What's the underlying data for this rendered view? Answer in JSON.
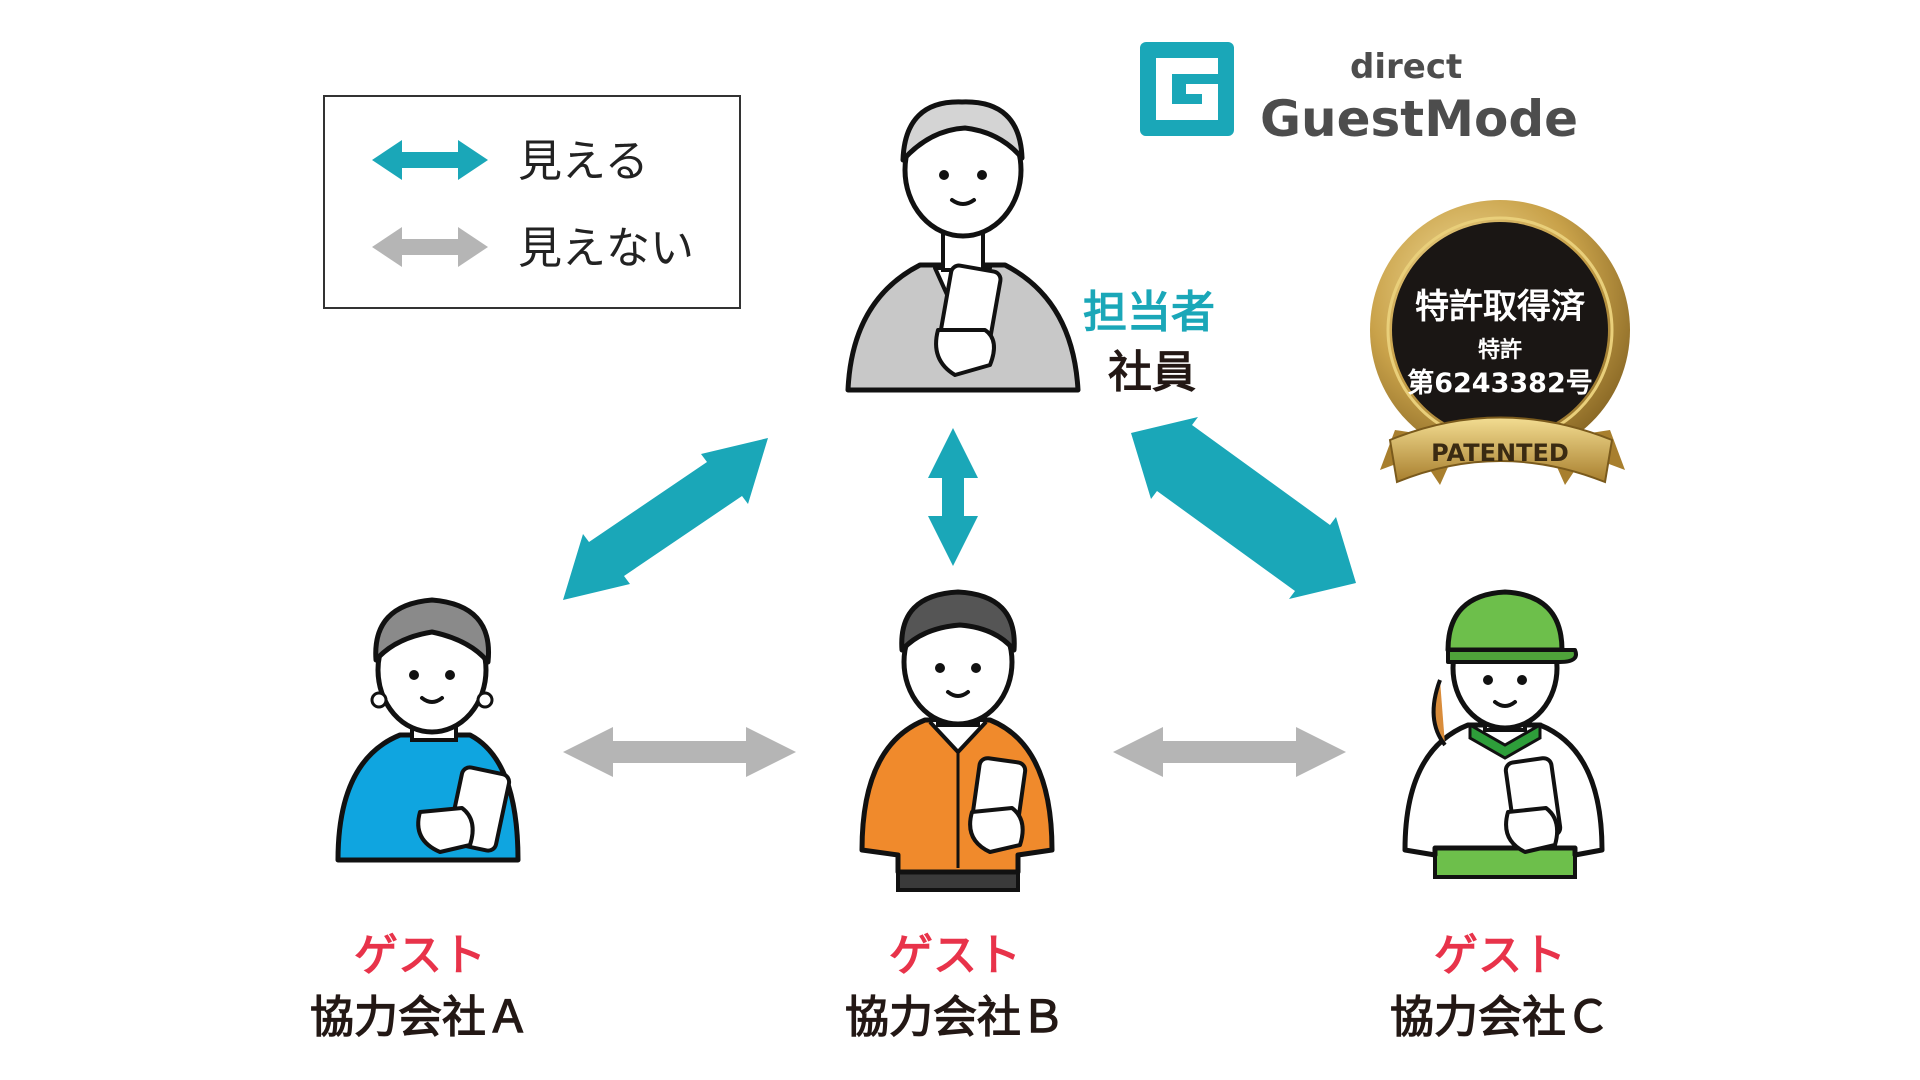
{
  "colors": {
    "visible_arrow": "#1aa7b8",
    "hidden_arrow": "#b5b5b5",
    "guest_label": "#e8334a",
    "staff_label": "#1aa7b8",
    "text_dark": "#231815",
    "logo_teal": "#1aa7b8",
    "badge_gold": "#c9a24a",
    "badge_black": "#1a1614"
  },
  "legend": {
    "visible_label": "見える",
    "hidden_label": "見えない"
  },
  "logo": {
    "small": "direct",
    "big": "GuestMode"
  },
  "badge": {
    "line1": "特許取得済",
    "line2": "特許",
    "line3": "第6243382号",
    "ribbon": "PATENTED"
  },
  "staff": {
    "role": "担当者",
    "title": "社員"
  },
  "guests": [
    {
      "role": "ゲスト",
      "company": "協力会社Ａ"
    },
    {
      "role": "ゲスト",
      "company": "協力会社Ｂ"
    },
    {
      "role": "ゲスト",
      "company": "協力会社Ｃ"
    }
  ],
  "icons": {
    "staff": "businessman-with-phone-icon",
    "guest_a": "woman-blue-sweater-with-phone-icon",
    "guest_b": "man-orange-uniform-with-phone-icon",
    "guest_c": "woman-green-cap-with-phone-icon",
    "logo": "guestmode-logo-icon",
    "badge": "patented-seal-icon"
  }
}
